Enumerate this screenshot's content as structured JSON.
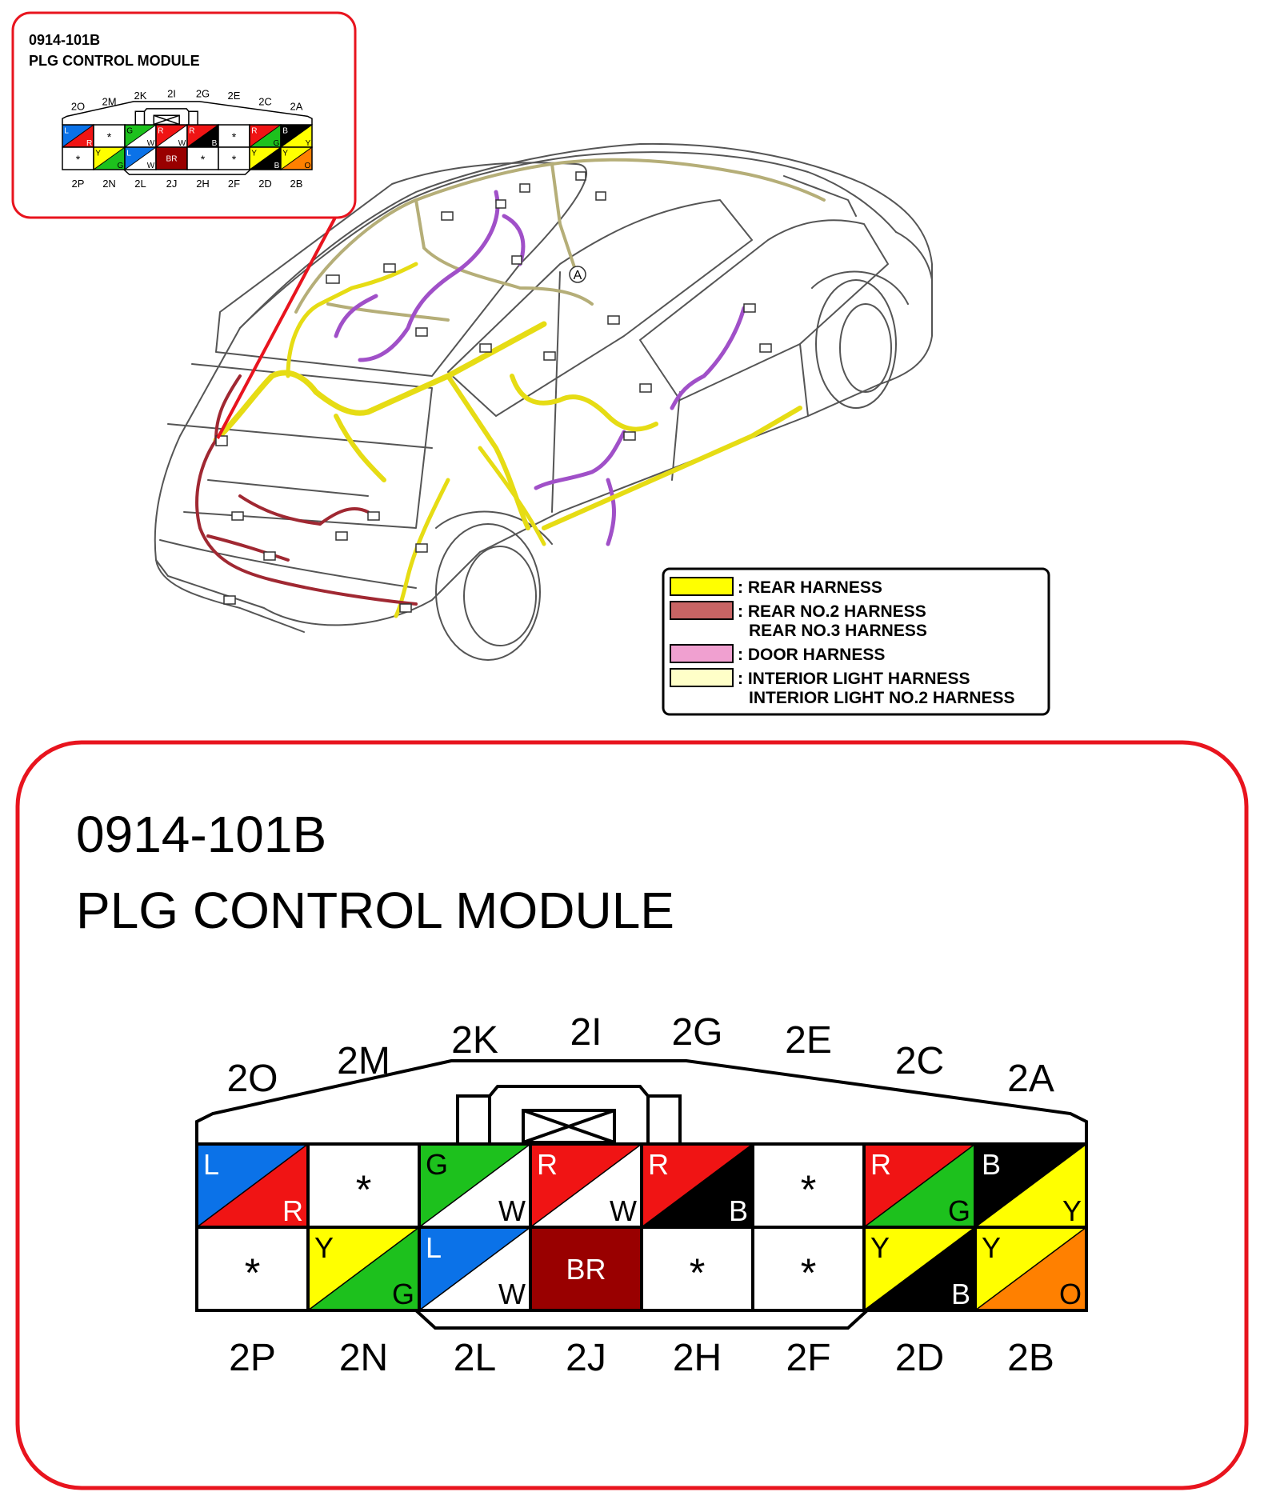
{
  "connector": {
    "code": "0914-101B",
    "name": "PLG CONTROL MODULE",
    "top_labels": [
      "2O",
      "2M",
      "2K",
      "2I",
      "2G",
      "2E",
      "2C",
      "2A"
    ],
    "bottom_labels": [
      "2P",
      "2N",
      "2L",
      "2J",
      "2H",
      "2F",
      "2D",
      "2B"
    ],
    "top_row": [
      {
        "type": "split",
        "a": "L",
        "b": "R",
        "ca": "#0b72e8",
        "cb": "#f01414"
      },
      {
        "type": "empty",
        "text": "*"
      },
      {
        "type": "split",
        "a": "G",
        "b": "W",
        "ca": "#1dc11d",
        "cb": "#ffffff"
      },
      {
        "type": "split",
        "a": "R",
        "b": "W",
        "ca": "#f01414",
        "cb": "#ffffff"
      },
      {
        "type": "split",
        "a": "R",
        "b": "B",
        "ca": "#f01414",
        "cb": "#000000"
      },
      {
        "type": "empty",
        "text": "*"
      },
      {
        "type": "split",
        "a": "R",
        "b": "G",
        "ca": "#f01414",
        "cb": "#1dc11d"
      },
      {
        "type": "split",
        "a": "B",
        "b": "Y",
        "ca": "#000000",
        "cb": "#ffff00"
      }
    ],
    "bottom_row": [
      {
        "type": "empty",
        "text": "*"
      },
      {
        "type": "split",
        "a": "Y",
        "b": "G",
        "ca": "#ffff00",
        "cb": "#1dc11d"
      },
      {
        "type": "split",
        "a": "L",
        "b": "W",
        "ca": "#0b72e8",
        "cb": "#ffffff"
      },
      {
        "type": "solid",
        "a": "BR",
        "ca": "#990000"
      },
      {
        "type": "empty",
        "text": "*"
      },
      {
        "type": "empty",
        "text": "*"
      },
      {
        "type": "split",
        "a": "Y",
        "b": "B",
        "ca": "#ffff00",
        "cb": "#000000"
      },
      {
        "type": "split",
        "a": "Y",
        "b": "O",
        "ca": "#ffff00",
        "cb": "#ff8000"
      }
    ]
  },
  "legend": [
    {
      "lines": [
        ": REAR HARNESS"
      ],
      "color": "#ffff00"
    },
    {
      "lines": [
        ": REAR NO.2 HARNESS",
        "REAR NO.3 HARNESS"
      ],
      "color": "#c86464"
    },
    {
      "lines": [
        ": DOOR HARNESS"
      ],
      "color": "#f0a0d0"
    },
    {
      "lines": [
        ": INTERIOR LIGHT HARNESS",
        "INTERIOR LIGHT NO.2 HARNESS"
      ],
      "color": "#ffffc8"
    }
  ],
  "location_marker": "A",
  "colors": {
    "frame_red": "#e8141e",
    "rear_harness": "#e6dc14",
    "rear_no2_harness": "#a02832",
    "door_harness": "#a050c8",
    "interior_light_harness": "#d2c88c",
    "car_outline": "#555555"
  }
}
